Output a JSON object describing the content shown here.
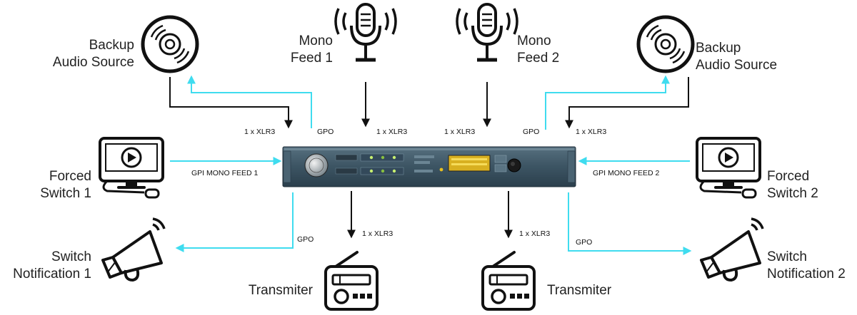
{
  "nodes": {
    "backup_left": {
      "line1": "Backup",
      "line2": "Audio Source",
      "icon": "cd-disc-icon"
    },
    "mono1": {
      "line1": "Mono",
      "line2": "Feed 1",
      "icon": "microphone-icon"
    },
    "mono2": {
      "line1": "Mono",
      "line2": "Feed 2",
      "icon": "microphone-icon"
    },
    "backup_right": {
      "line1": "Backup",
      "line2": "Audio Source",
      "icon": "cd-disc-icon"
    },
    "forced1": {
      "line1": "Forced",
      "line2": "Switch 1",
      "icon": "computer-monitor-icon"
    },
    "forced2": {
      "line1": "Forced",
      "line2": "Switch 2",
      "icon": "computer-monitor-icon"
    },
    "notify1": {
      "line1": "Switch",
      "line2": "Notification 1",
      "icon": "megaphone-icon"
    },
    "notify2": {
      "line1": "Switch",
      "line2": "Notification 2",
      "icon": "megaphone-icon"
    },
    "tx1": {
      "label": "Transmiter",
      "icon": "radio-icon"
    },
    "tx2": {
      "label": "Transmiter",
      "icon": "radio-icon"
    }
  },
  "connections": {
    "xlr_backup_left": "1 x XLR3",
    "gpo_top_left": "GPO",
    "xlr_mono1": "1 x XLR3",
    "xlr_mono2": "1 x XLR3",
    "gpo_top_right": "GPO",
    "xlr_backup_right": "1 x XLR3",
    "gpi_mono1": "GPI MONO FEED 1",
    "gpi_mono2": "GPI MONO FEED 2",
    "gpo_bottom_left": "GPO",
    "xlr_tx1": "1 x XLR3",
    "xlr_tx2": "1 x XLR3",
    "gpo_bottom_right": "GPO"
  },
  "colors": {
    "cyan_arrow": "#3fdcef",
    "black_arrow": "#111111",
    "device_body": "#3d5566",
    "display_amber": "#e8c020"
  }
}
